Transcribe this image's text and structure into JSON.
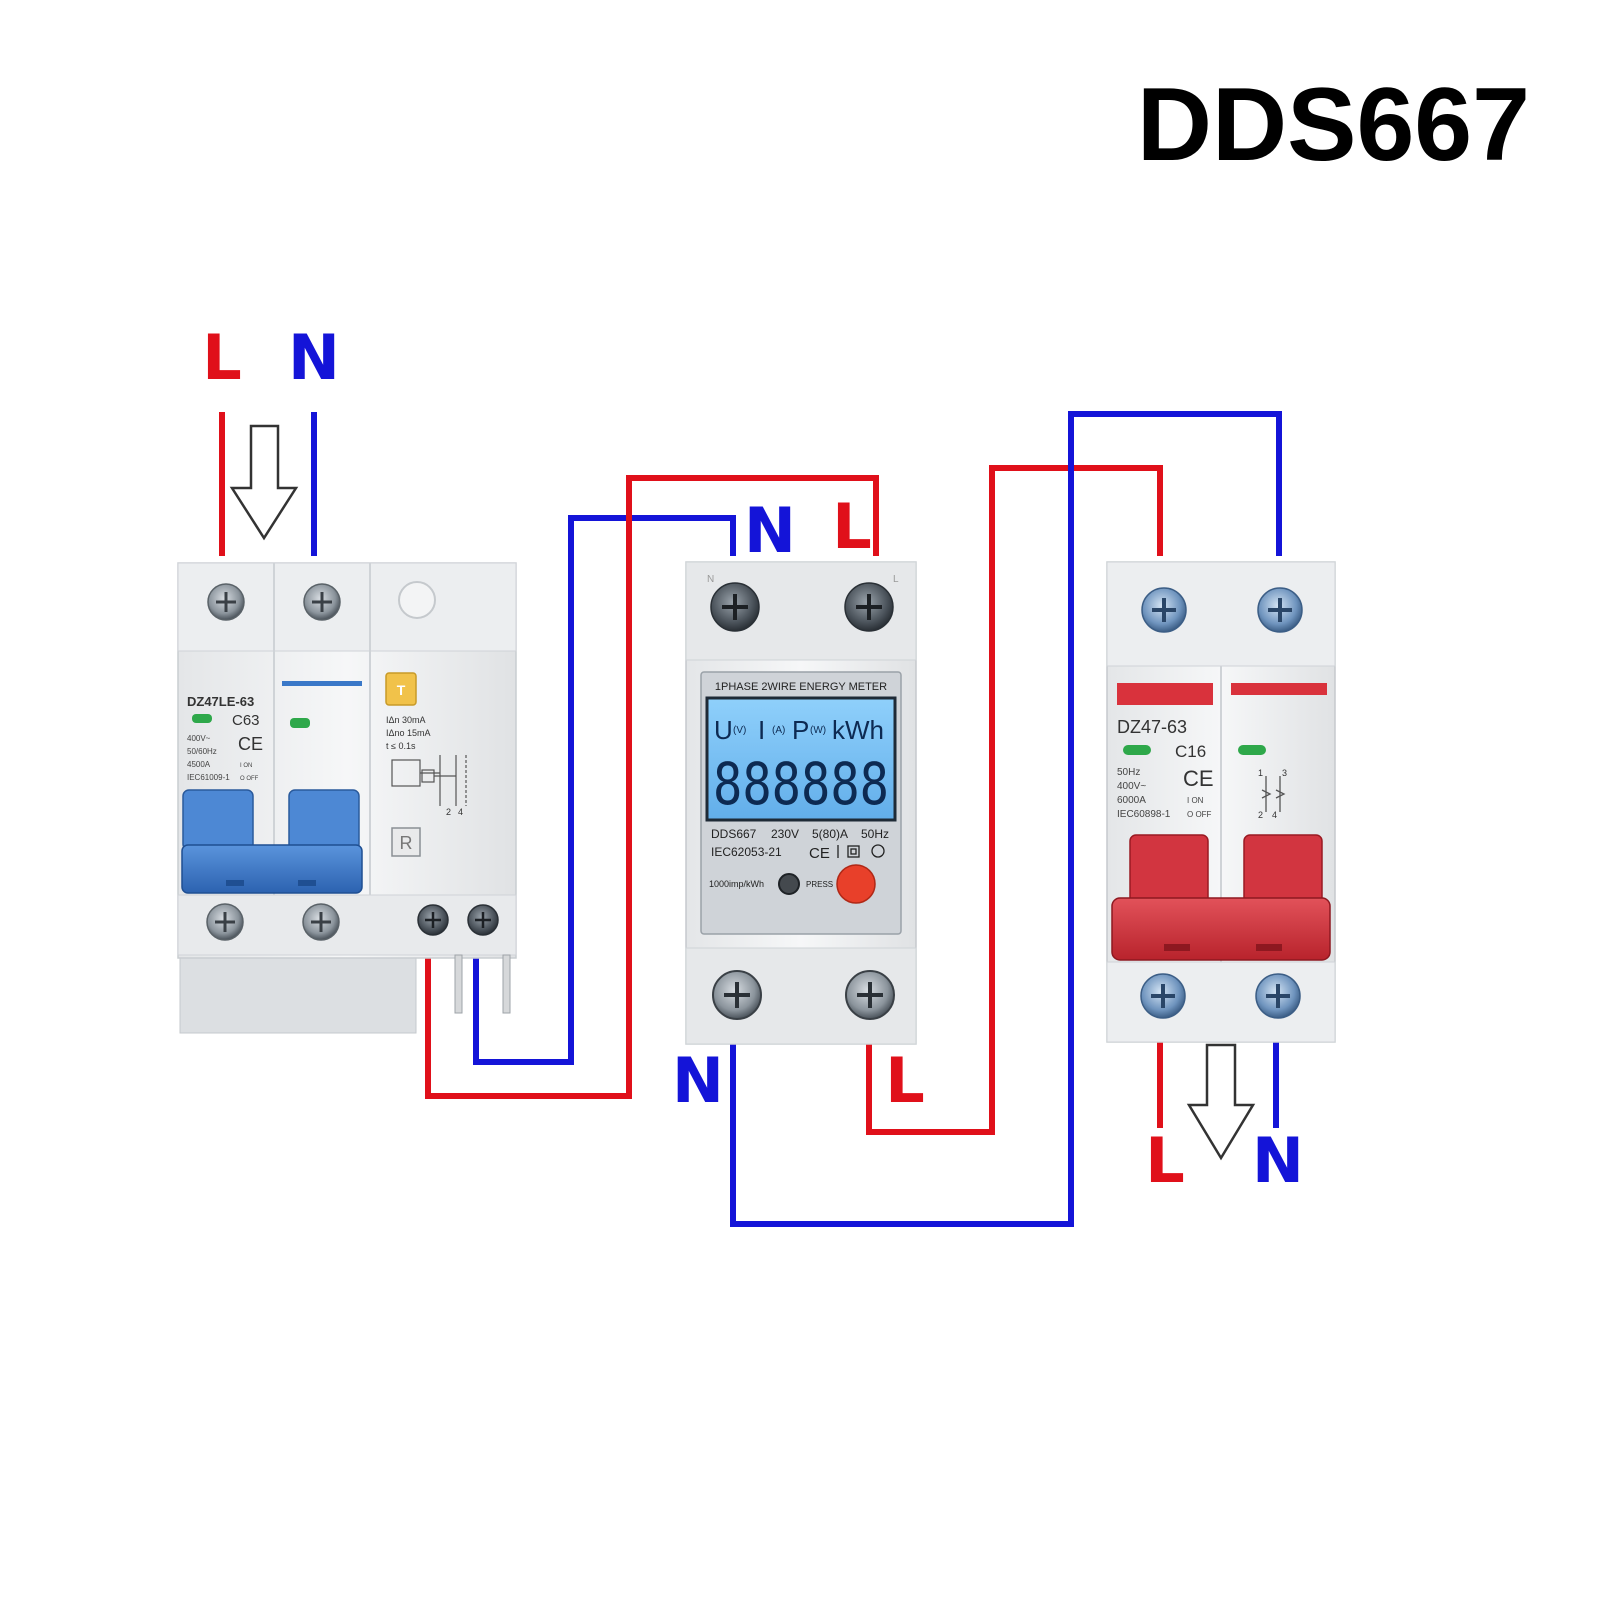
{
  "title": "DDS667",
  "colors": {
    "live": "#e0101a",
    "neutral": "#1414d8",
    "rcbo_handle": "#3a78c8",
    "mcb_handle": "#d9323c",
    "lcd": "#7ec3f5",
    "press_button": "#e8402a",
    "indicator": "#2ea84a"
  },
  "labels": {
    "input_l": "L",
    "input_n": "N",
    "meter_in_n": "N",
    "meter_in_l": "L",
    "meter_out_n": "N",
    "meter_out_l": "L",
    "output_l": "L",
    "output_n": "N"
  },
  "rcbo": {
    "model": "DZ47LE-63",
    "curve": "C63",
    "ce": "CE",
    "spec1": "400V~",
    "spec2": "50/60Hz",
    "spec3": "4500A",
    "standard": "IEC61009-1",
    "on": "I ON",
    "off": "O OFF",
    "test": "T",
    "idn": "IΔn    30mA",
    "idno": "IΔno  15mA",
    "time": "t  ≤   0.1s",
    "term2": "2",
    "term4": "4",
    "reset": "R"
  },
  "meter": {
    "header": "1PHASE 2WIRE ENERGY METER",
    "lcd_units": [
      "U",
      "(V)",
      "I",
      "(A)",
      "P",
      "(W)",
      "kWh"
    ],
    "lcd_digits": "888888",
    "model": "DDS667",
    "voltage": "230V",
    "current": "5(80)A",
    "freq": "50Hz",
    "standard": "IEC62053-21",
    "ce": "CE",
    "pulse": "1000imp/kWh",
    "press": "PRESS",
    "top_n": "N",
    "top_l": "L"
  },
  "mcb": {
    "model": "DZ47-63",
    "curve": "C16",
    "ce": "CE",
    "spec1": "50Hz",
    "spec2": "400V~",
    "spec3": "6000A",
    "standard": "IEC60898-1",
    "on": "I ON",
    "off": "O OFF",
    "t1": "1",
    "t3": "3",
    "t2": "2",
    "t4": "4"
  }
}
